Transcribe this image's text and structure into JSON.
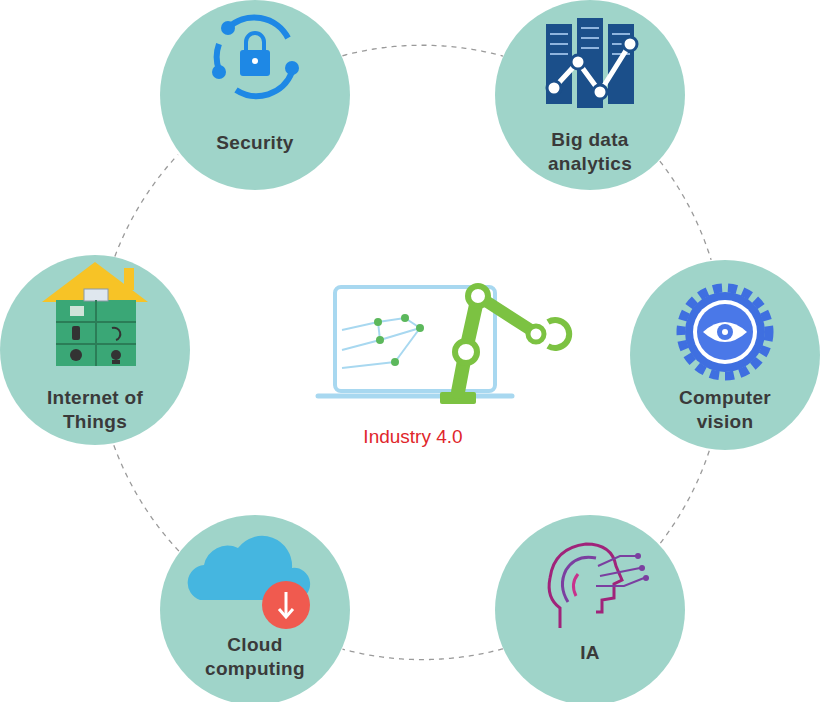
{
  "diagram": {
    "nodes": [
      {
        "text": [
          "Security"
        ]
      },
      {
        "text": [
          "Big data analytics"
        ]
      },
      {
        "text": [
          "Internet of Things"
        ]
      },
      {
        "text": [
          "Computer vision"
        ]
      },
      {
        "text": [
          "Cloud computing"
        ]
      },
      {
        "text": [
          "IA"
        ]
      }
    ],
    "edges": [
      {
        "from": 0,
        "to": 1,
        "arrow": "none"
      },
      {
        "from": 1,
        "to": 3,
        "arrow": "none"
      },
      {
        "from": 3,
        "to": 5,
        "arrow": "none"
      },
      {
        "from": 5,
        "to": 4,
        "arrow": "none"
      },
      {
        "from": 4,
        "to": 2,
        "arrow": "none"
      },
      {
        "from": 2,
        "to": 0,
        "arrow": "none"
      }
    ],
    "labels": [
      "Industry 4.0"
    ]
  }
}
